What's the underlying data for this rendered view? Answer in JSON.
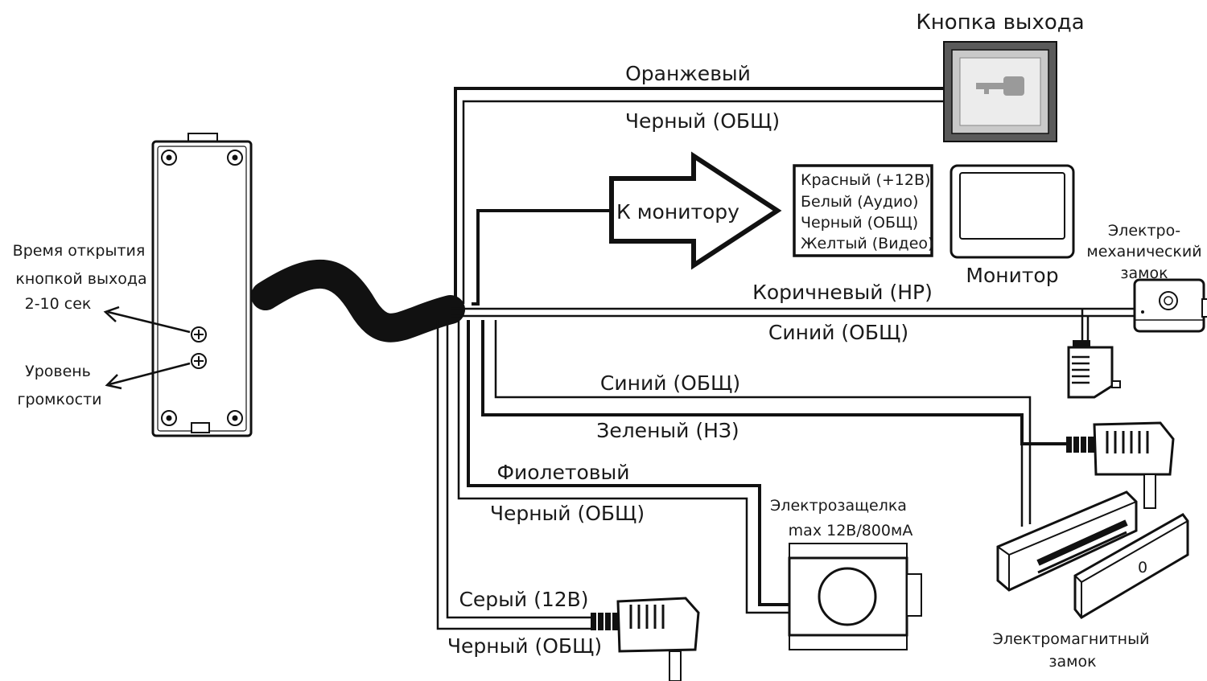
{
  "panel": {
    "open_time_label_line1": "Время открытия",
    "open_time_label_line2": "кнопкой выхода",
    "open_time_label_line3": "2-10 сек",
    "volume_label_line1": "Уровень",
    "volume_label_line2": "громкости"
  },
  "exit_button": {
    "title": "Кнопка выхода",
    "wire_orange": "Оранжевый",
    "wire_black": "Черный (ОБЩ)"
  },
  "monitor": {
    "arrow_label": "К монитору",
    "wires": [
      "Красный (+12В)",
      "Белый (Аудио)",
      "Черный (ОБЩ)",
      "Желтый (Видео)"
    ],
    "title": "Монитор"
  },
  "electromech_lock": {
    "title_line1": "Электро-",
    "title_line2": "механический",
    "title_line3": "замок",
    "wire_brown": "Коричневый (НР)",
    "wire_blue": "Синий (ОБЩ)"
  },
  "magnetic_lock": {
    "wire_blue": "Синий (ОБЩ)",
    "wire_green": "Зеленый (НЗ)",
    "title_line1": "Электромагнитный",
    "title_line2": "замок",
    "plate_mark": "0"
  },
  "strike": {
    "wire_violet": "Фиолетовый",
    "wire_black": "Черный (ОБЩ)",
    "title_line1": "Электрозащелка",
    "title_line2": "max 12В/800мА"
  },
  "power": {
    "wire_grey": "Серый (12В)",
    "wire_black": "Черный (ОБЩ)"
  }
}
